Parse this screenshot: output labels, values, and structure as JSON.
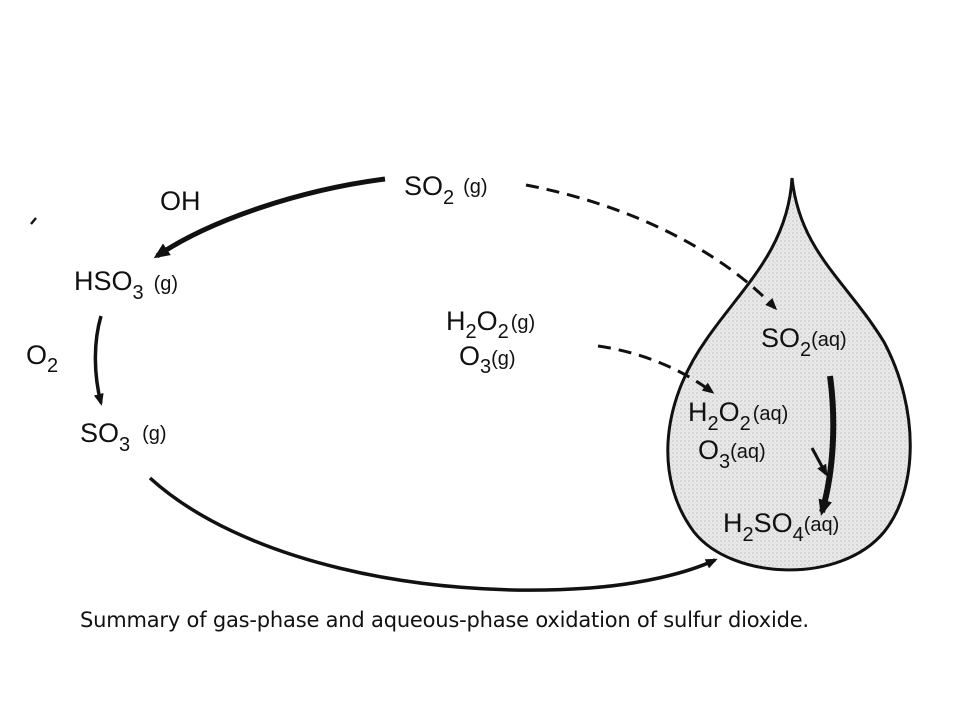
{
  "colors": {
    "ink": "#111111",
    "drop_fill": "#e6e6e6",
    "background": "#ffffff"
  },
  "labels": {
    "oh": "OH",
    "o2_main": "O",
    "o2_sub": "2",
    "so2g_main1": "SO",
    "so2g_sub": "2",
    "so2g_phase": "(g)",
    "hso3_main1": "HSO",
    "hso3_sub": "3",
    "hso3_phase": "(g)",
    "so3_main1": "SO",
    "so3_sub": "3",
    "so3_phase": "(g)",
    "h2o2g_main1": "H",
    "h2o2g_sub1": "2",
    "h2o2g_main2": "O",
    "h2o2g_sub2": "2",
    "h2o2g_phase": "(g)",
    "o3g_main1": "O",
    "o3g_sub": "3",
    "o3g_phase": "(g)",
    "so2aq_main1": "SO",
    "so2aq_sub": "2",
    "so2aq_phase": "(aq)",
    "h2o2aq_main1": "H",
    "h2o2aq_sub1": "2",
    "h2o2aq_main2": "O",
    "h2o2aq_sub2": "2",
    "h2o2aq_phase": "(aq)",
    "o3aq_main1": "O",
    "o3aq_sub": "3",
    "o3aq_phase": "(aq)",
    "h2so4_main1": "H",
    "h2so4_sub1": "2",
    "h2so4_main2": "SO",
    "h2so4_sub2": "4",
    "h2so4_phase": "(aq)"
  },
  "caption": "Summary of gas-phase and aqueous-phase oxidation of sulfur dioxide."
}
